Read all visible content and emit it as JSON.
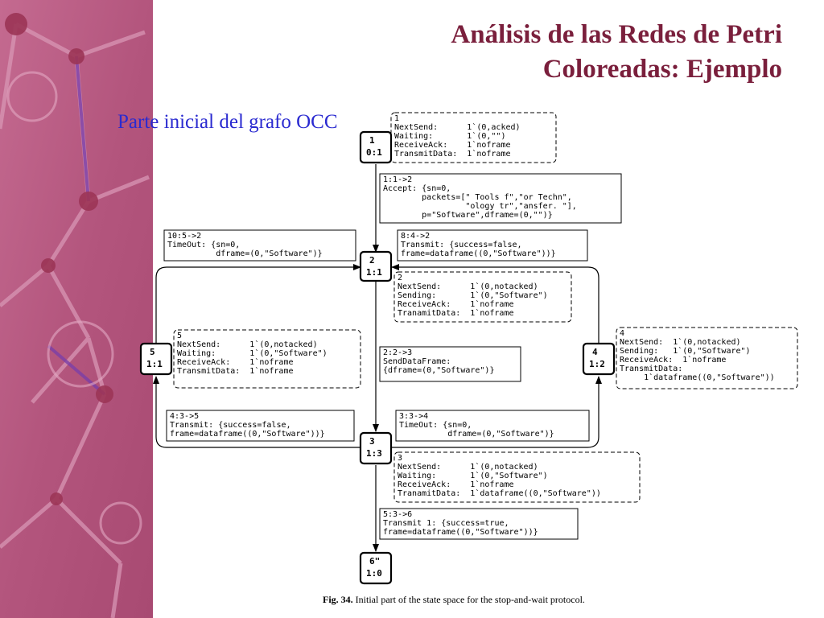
{
  "slide": {
    "title_line1": "Análisis de las Redes de Petri",
    "title_line2": "Coloreadas: Ejemplo",
    "subtitle": "Parte inicial del grafo OCC"
  },
  "colors": {
    "title": "#7a1f3c",
    "subtitle": "#2a2ad0",
    "sidebar_bg": "#b95c83"
  },
  "diagram": {
    "nodes": [
      {
        "id": "1",
        "l1": "1",
        "l2": "0:1"
      },
      {
        "id": "2",
        "l1": "2",
        "l2": "1:1"
      },
      {
        "id": "3",
        "l1": "3",
        "l2": "1:3"
      },
      {
        "id": "4",
        "l1": "4",
        "l2": "1:2"
      },
      {
        "id": "5",
        "l1": "5",
        "l2": "1:1"
      },
      {
        "id": "6",
        "l1": "6\"",
        "l2": "1:0"
      }
    ],
    "state_boxes": [
      {
        "id": "s1",
        "lines": [
          "1",
          "NextSend:      1`(0,acked)",
          "Waiting:       1`(0,\"\")",
          "ReceiveAck:    1`noframe",
          "TransmitData:  1`noframe"
        ]
      },
      {
        "id": "s2",
        "lines": [
          "2",
          "NextSend:      1`(0,notacked)",
          "Sending:       1`(0,\"Software\")",
          "ReceiveAck:    1`noframe",
          "TranamitData:  1`noframe"
        ]
      },
      {
        "id": "s3",
        "lines": [
          "3",
          "NextSend:      1`(0,notacked)",
          "Waiting:       1`(0,\"Software\")",
          "ReceiveAck:    1`noframe",
          "TranamitData:  1`dataframe((0,\"Software\"))"
        ]
      },
      {
        "id": "s4",
        "lines": [
          "4",
          "NextSend:  1`(0,notacked)",
          "Sending:   1`(0,\"Software\")",
          "ReceiveAck:  1`noframe",
          "TransmitData:",
          "     1`dataframe((0,\"Software\"))"
        ]
      },
      {
        "id": "s5",
        "lines": [
          "5",
          "NextSend:      1`(0,notacked)",
          "Waiting:       1`(0,\"Software\")",
          "ReceiveAck:    1`noframe",
          "TransmitData:  1`noframe"
        ]
      }
    ],
    "arc_boxes": [
      {
        "id": "a12",
        "lines": [
          "1:1->2",
          "Accept: {sn=0,",
          "        packets=[\" Tools f\",\"or Techn\",",
          "                 \"ology tr\",\"ansfer. \"],",
          "        p=\"Software\",dframe=(0,\"\")}"
        ]
      },
      {
        "id": "a102",
        "lines": [
          "10:5->2",
          "TimeOut: {sn=0,",
          "          dframe=(0,\"Software\")}"
        ]
      },
      {
        "id": "a82",
        "lines": [
          "8:4->2",
          "Transmit: {success=false,",
          "frame=dataframe((0,\"Software\"))}"
        ]
      },
      {
        "id": "a23",
        "lines": [
          "2:2->3",
          "SendDataFrame:",
          "{dframe=(0,\"Software\")}"
        ]
      },
      {
        "id": "a35",
        "lines": [
          "4:3->5",
          "Transmit: {success=false,",
          "frame=dataframe((0,\"Software\"))}"
        ]
      },
      {
        "id": "a34",
        "lines": [
          "3:3->4",
          "TimeOut: {sn=0,",
          "          dframe=(0,\"Software\")}"
        ]
      },
      {
        "id": "a36",
        "lines": [
          "5:3->6",
          "Transmit 1: {success=true,",
          "frame=dataframe((0,\"Software\"))}"
        ]
      }
    ],
    "caption_bold": "Fig. 34.",
    "caption_text": " Initial part of the state space for the stop-and-wait protocol."
  }
}
